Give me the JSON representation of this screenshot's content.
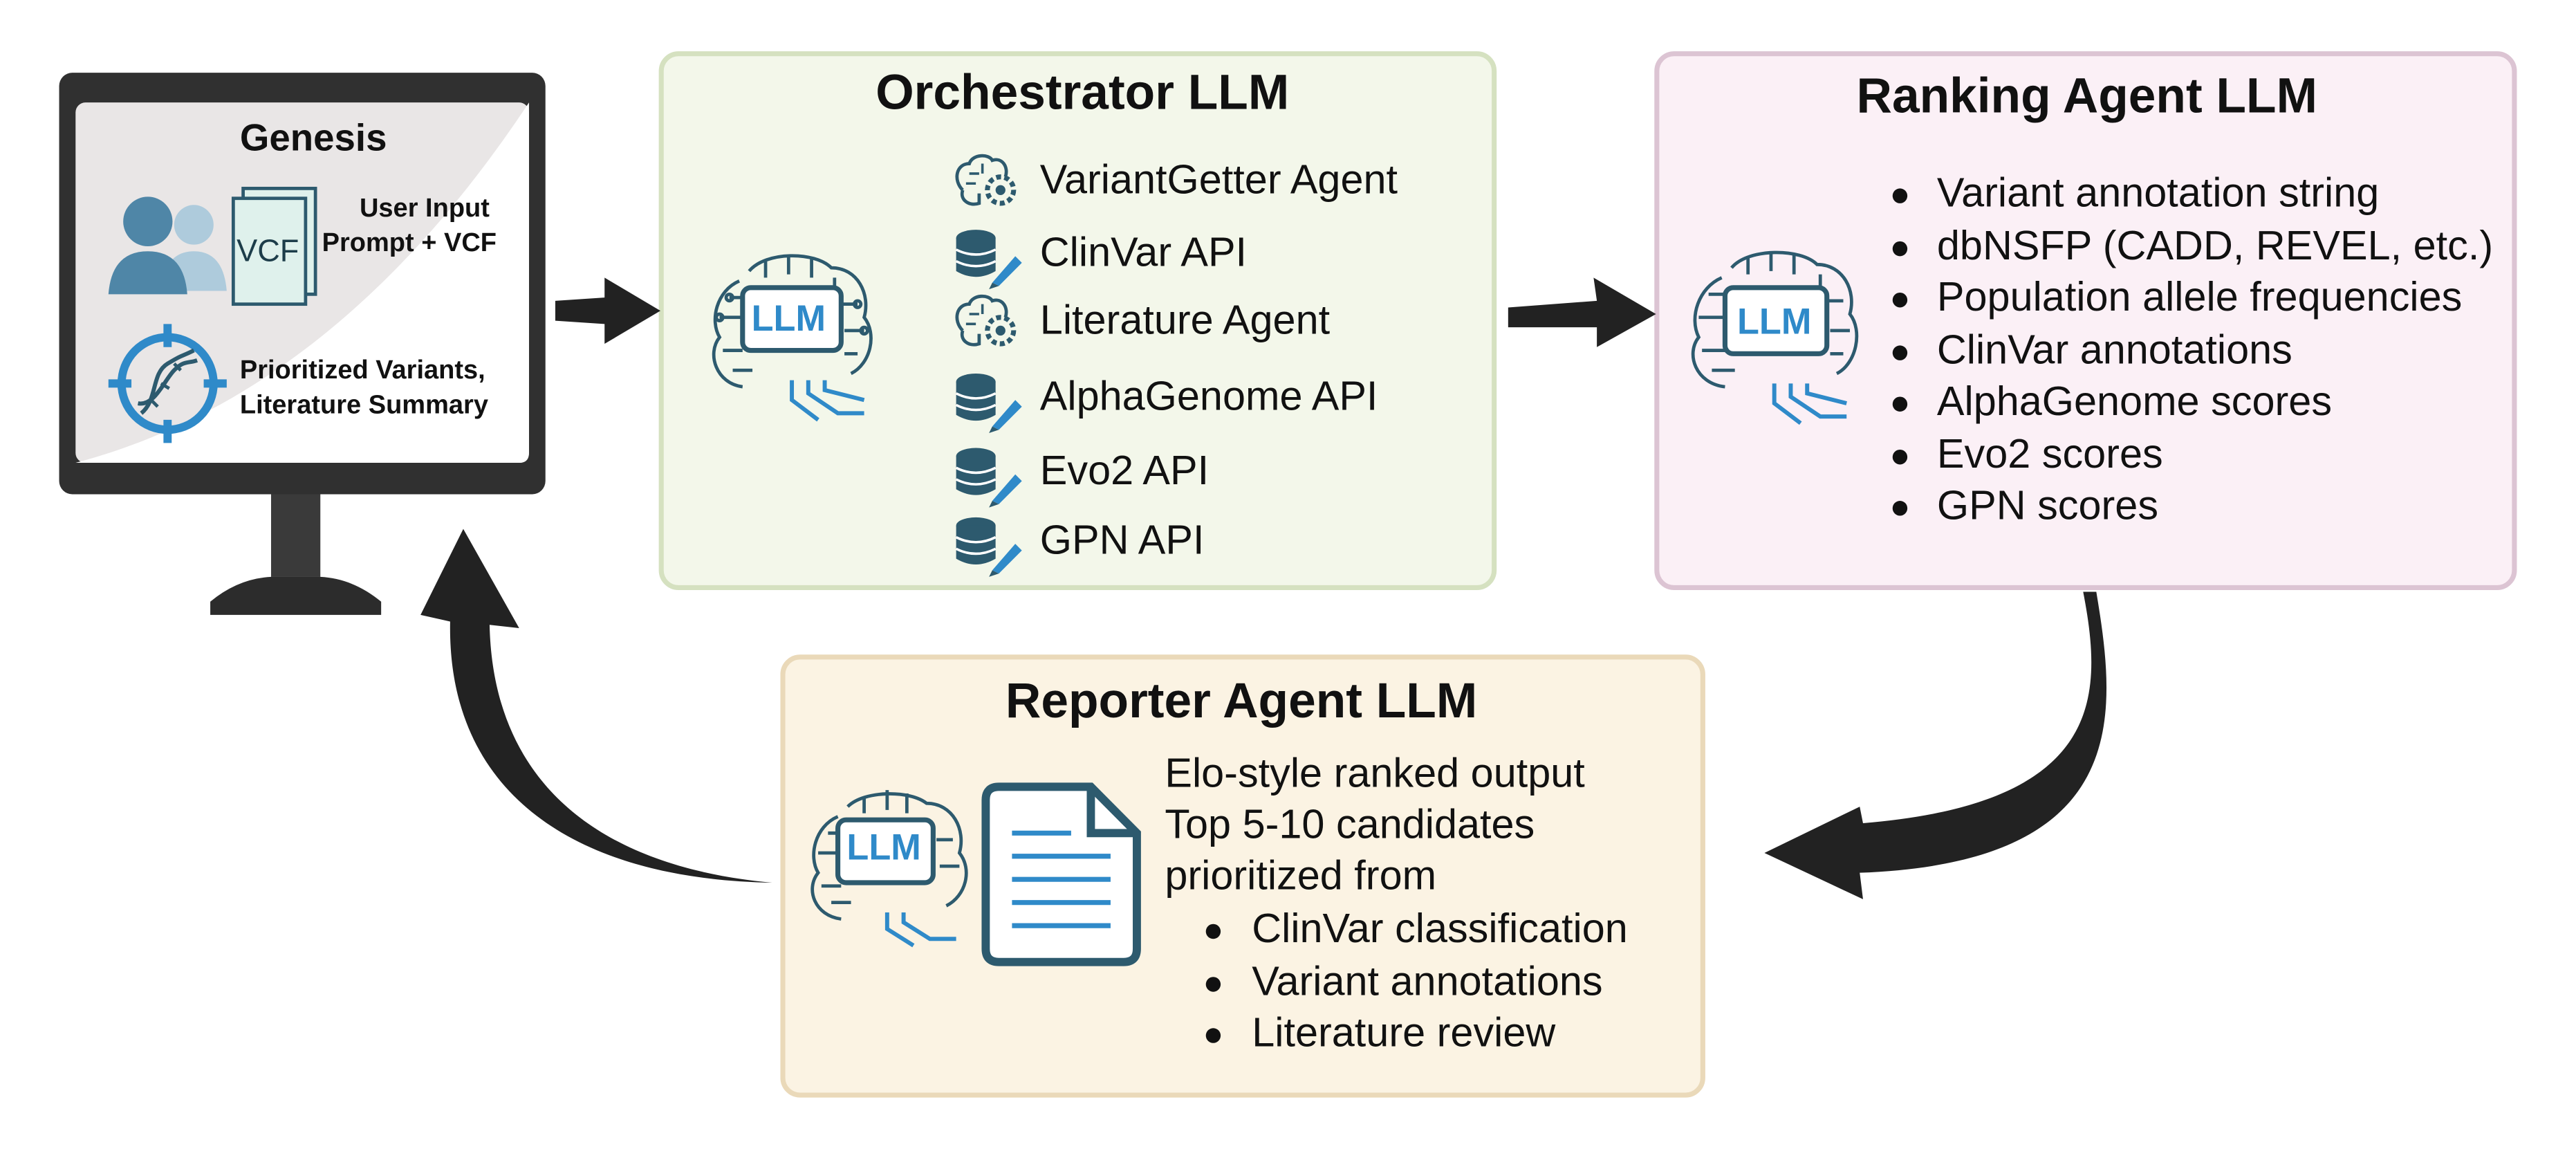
{
  "genesis": {
    "title": "Genesis",
    "user_input_line1": "User Input",
    "user_input_line2": "Prompt + VCF",
    "vcf_label": "VCF",
    "output_line1": "Prioritized Variants,",
    "output_line2": "Literature Summary"
  },
  "orchestrator": {
    "title": "Orchestrator LLM",
    "llm_badge": "LLM",
    "tools": [
      {
        "label": "VariantGetter Agent",
        "icon": "brain-gear-icon"
      },
      {
        "label": "ClinVar API",
        "icon": "database-icon"
      },
      {
        "label": "Literature Agent",
        "icon": "brain-gear-icon"
      },
      {
        "label": "AlphaGenome API",
        "icon": "database-icon"
      },
      {
        "label": "Evo2 API",
        "icon": "database-icon"
      },
      {
        "label": "GPN API",
        "icon": "database-icon"
      }
    ]
  },
  "ranking": {
    "title": "Ranking Agent LLM",
    "llm_badge": "LLM",
    "items": [
      "Variant annotation string",
      "dbNSFP (CADD, REVEL, etc.)",
      "Population allele frequencies",
      "ClinVar annotations",
      "AlphaGenome scores",
      "Evo2 scores",
      "GPN scores"
    ]
  },
  "reporter": {
    "title": "Reporter Agent LLM",
    "llm_badge": "LLM",
    "lines": [
      "Elo-style ranked output",
      "Top 5-10 candidates",
      "prioritized from"
    ],
    "items": [
      "ClinVar classification",
      "Variant annotations",
      "Literature review"
    ]
  },
  "colors": {
    "orchestrator_bg": "#f3f7ea",
    "ranking_bg": "#fbf0f6",
    "reporter_bg": "#fbf3e3",
    "icon_blue": "#2f8ac9",
    "icon_dark": "#2d5a6e"
  }
}
